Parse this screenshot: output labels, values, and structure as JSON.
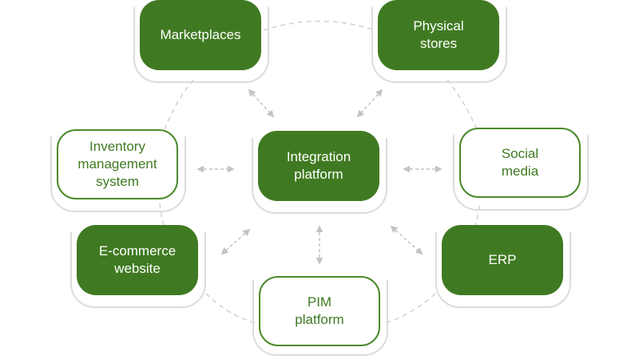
{
  "diagram": {
    "center": {
      "id": "integration",
      "label": "Integration\nplatform",
      "style": "green"
    },
    "nodes": [
      {
        "id": "marketplaces",
        "label": "Marketplaces",
        "style": "green"
      },
      {
        "id": "physical-stores",
        "label": "Physical\nstores",
        "style": "green"
      },
      {
        "id": "inventory",
        "label": "Inventory\nmanagement\nsystem",
        "style": "white"
      },
      {
        "id": "social-media",
        "label": "Social\nmedia",
        "style": "white"
      },
      {
        "id": "ecommerce",
        "label": "E-commerce\nwebsite",
        "style": "green"
      },
      {
        "id": "erp",
        "label": "ERP",
        "style": "green"
      },
      {
        "id": "pim",
        "label": "PIM\nplatform",
        "style": "white"
      }
    ],
    "colors": {
      "green": "#3f7a22",
      "outline": "#4a8a2a",
      "connector": "#c4c4c4",
      "shadow": "#dcdcdc"
    }
  }
}
